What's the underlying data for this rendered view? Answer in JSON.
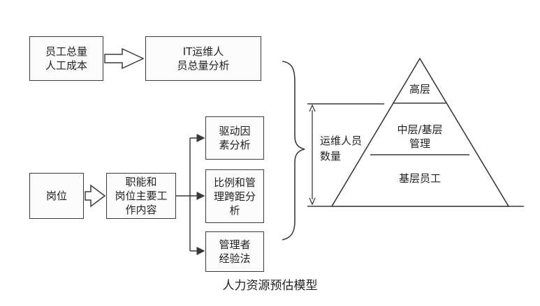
{
  "boxes": {
    "headcount_cost": "员工总量\n人工成本",
    "it_ops_analysis": "IT运维人\n员总量分析",
    "position": "岗位",
    "duties": "职能和\n岗位主要工\n作内容",
    "driver_factors": "驱动因\n素分析",
    "ratio_span": "比例和管\n理跨距分\n析",
    "manager_experience": "管理者\n经验法"
  },
  "pyramid": {
    "top": "高层",
    "middle": "中层/基层\n管理",
    "bottom": "基层员工"
  },
  "side_label": "运维人员\n数量",
  "caption": "人力资源预估模型"
}
